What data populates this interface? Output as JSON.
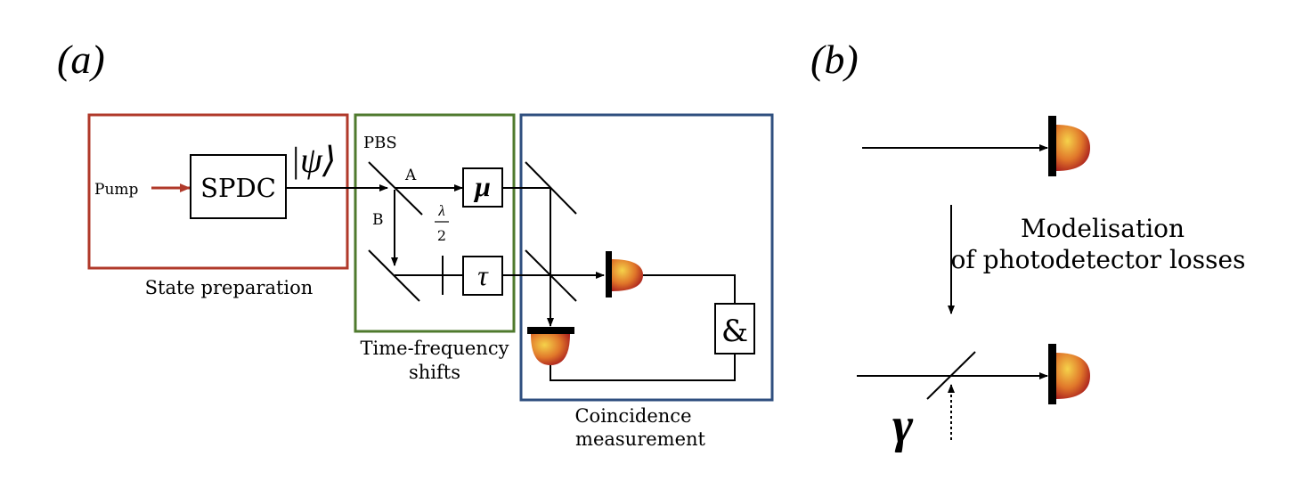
{
  "panel_a": {
    "label": "(a)",
    "pump_label": "Pump",
    "source_label": "SPDC",
    "state_label": "|ψ⟩",
    "pbs_label": "PBS",
    "arm_a_label": "A",
    "arm_b_label": "B",
    "waveplate_num": "λ",
    "waveplate_den": "2",
    "mu_label": "μ",
    "tau_label": "τ",
    "and_label": "&",
    "state_prep_caption": "State preparation",
    "tf_shift_caption_1": "Time-frequency",
    "tf_shift_caption_2": "shifts",
    "coincidence_caption_1": "Coincidence",
    "coincidence_caption_2": "measurement"
  },
  "panel_b": {
    "label": "(b)",
    "model_line_1": "Modelisation",
    "model_line_2": "of photodetector losses",
    "loss_label": "γ"
  },
  "colors": {
    "state_prep_box": "#b0392a",
    "tf_box": "#4f7a2e",
    "coincidence_box": "#2f4f7f",
    "pump_arrow": "#b0392a"
  }
}
